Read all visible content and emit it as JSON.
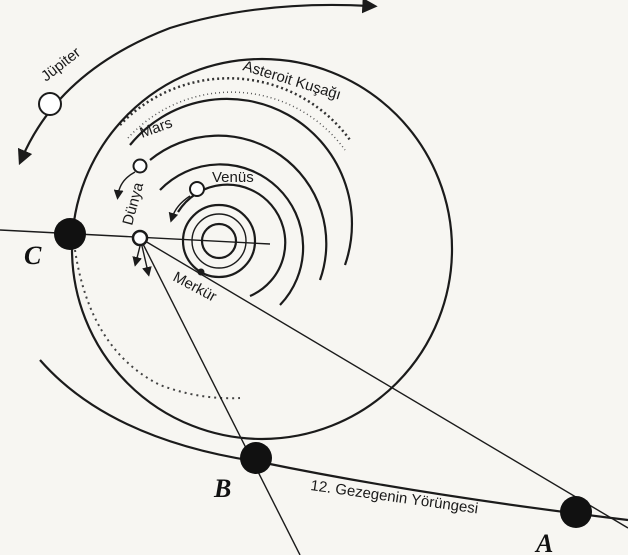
{
  "labels": {
    "jupiter": "Jüpiter",
    "asteroid_belt": "Asteroit Kuşağı",
    "mars": "Mars",
    "venus": "Venüs",
    "earth": "Dünya",
    "mercury": "Merkür",
    "orbit_12": "12. Gezegenin Yörüngesi",
    "point_a": "A",
    "point_b": "B",
    "point_c": "C"
  },
  "colors": {
    "ink": "#1b1b1b",
    "background": "#f7f6f2"
  }
}
